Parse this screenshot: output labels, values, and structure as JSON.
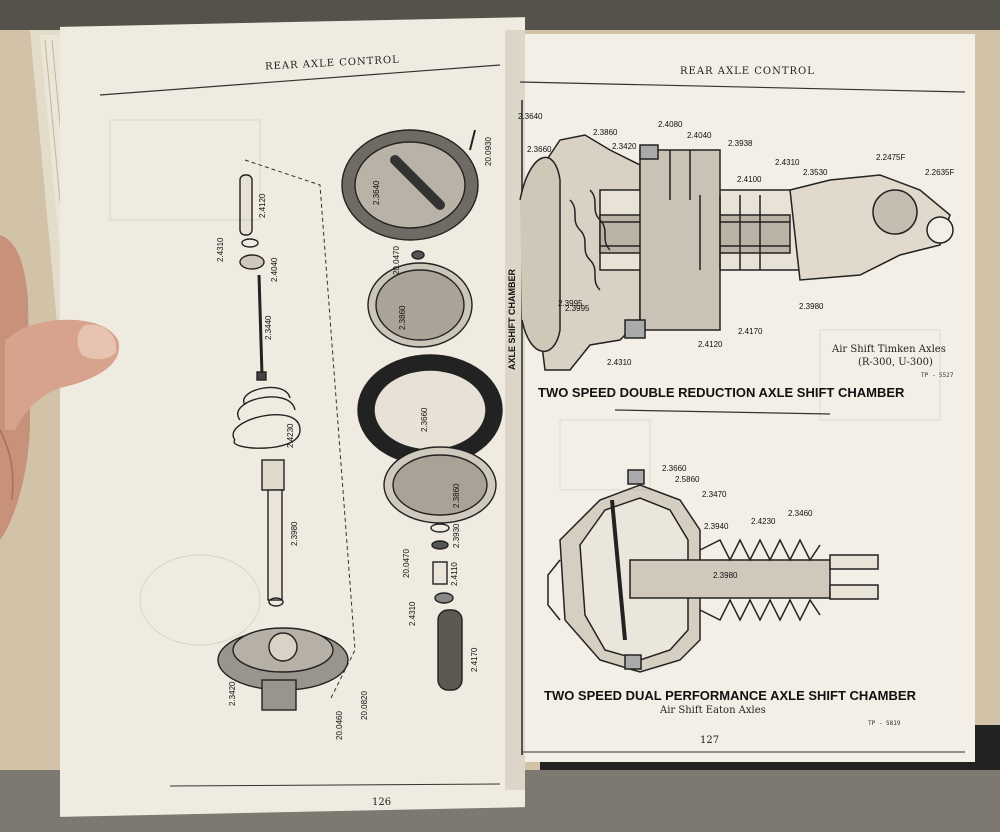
{
  "left_page": {
    "header": "REAR AXLE CONTROL",
    "page_number": "126",
    "part_labels": [
      "2.4120",
      "2.4310",
      "2.4040",
      "2.3440",
      "2.4230",
      "2.3980",
      "2.3420",
      "20.0930",
      "2.3640",
      "20.0470",
      "2.3860",
      "2.3660",
      "2.3860",
      "20.0470",
      "2.3930",
      "2.4110",
      "2.4310",
      "2.4170",
      "20.0820",
      "20.0460"
    ]
  },
  "right_page": {
    "header": "REAR AXLE CONTROL",
    "page_number": "127",
    "figure_top": {
      "caption": "TWO SPEED DOUBLE REDUCTION AXLE SHIFT CHAMBER",
      "sub_line1": "Air Shift Timken Axles",
      "sub_line2": "(R-300, U-300)",
      "code": "TP - 5527",
      "side_label": "AXLE SHIFT CHAMBER",
      "part_labels": [
        "2.3640",
        "2.3860",
        "2.3660",
        "2.3420",
        "2.4080",
        "2.4040",
        "2.3938",
        "2.4310",
        "2.3530",
        "2.2475F",
        "2.2635F",
        "2.4100",
        "2.3995",
        "2.3995",
        "2.4170",
        "2.3980",
        "2.4310",
        "2.4120"
      ]
    },
    "figure_bottom": {
      "caption": "TWO SPEED DUAL PERFORMANCE AXLE SHIFT CHAMBER",
      "sub_line1": "Air Shift Eaton Axles",
      "code": "TP - 5819",
      "part_labels": [
        "2.3660",
        "2.5860",
        "2.3470",
        "2.3940",
        "2.4230",
        "2.3460",
        "2.3980"
      ]
    }
  },
  "colors": {
    "paper": "#f1ece2",
    "ink": "#1a1a1a",
    "cover": "#c9b89a",
    "background": "#4f4b45"
  }
}
